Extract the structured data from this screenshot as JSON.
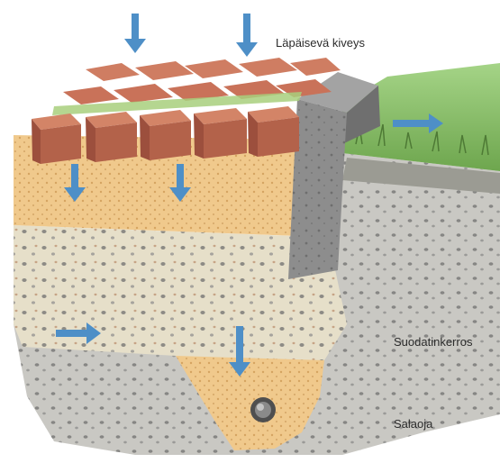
{
  "labels": {
    "paving": "Läpäisevä kiveys",
    "filter_layer": "Suodatinkerros",
    "drain": "Salaoja"
  },
  "colors": {
    "brick": "#c9775e",
    "brick_dark": "#9c4f3d",
    "sand": "#f0c98c",
    "gravel": "#e4ddc6",
    "deep_soil": "#bdbcb7",
    "curb": "#8c8c8c",
    "grass": "#8fc56f",
    "arrow": "#4e8fc7",
    "pipe": "#555555"
  },
  "icons": {
    "flow_arrow": "arrow-icon",
    "pipe": "drain-pipe-icon"
  }
}
